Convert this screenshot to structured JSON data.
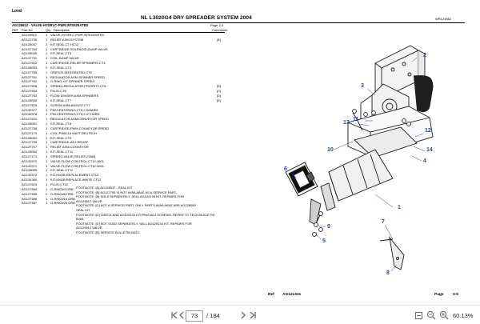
{
  "document": {
    "brand": "Loral",
    "title": "NL L3020G4 DRY SPREADER SYSTEM 2004",
    "header_ref": "WR124862",
    "subheader": "AG129612 - VALVE-HYDRLC-PWR,INTEGRATED",
    "page_tag": "Page 2-3",
    "columns": {
      "ref": "REF",
      "part": "Part No",
      "qty": "Qty",
      "desc": "Description",
      "comments": "Comments"
    },
    "rows": [
      {
        "ref": "",
        "part": "AG129612",
        "qty": "1",
        "desc": "VALVE-HYDRLC-PWR,INTEGRATED",
        "cmt": ""
      },
      {
        "ref": "",
        "part": "AG122755",
        "qty": "1",
        "desc": "RELIEF ASM-SYSTEM",
        "cmt": "[A]"
      },
      {
        "ref": "",
        "part": "AG128047",
        "qty": "2",
        "desc": "KIT-SEAL,CT HC12",
        "cmt": ""
      },
      {
        "ref": "",
        "part": "AG127760",
        "qty": "1",
        "desc": "CARTRIDGE-SOLENOID,DUMP VALVE",
        "cmt": ""
      },
      {
        "ref": "",
        "part": "AG128049",
        "qty": "1",
        "desc": "KIT-SEAL,CT3",
        "cmt": ""
      },
      {
        "ref": "",
        "part": "AG127751",
        "qty": "1",
        "desc": "COIL-DUMP VALVE",
        "cmt": ""
      },
      {
        "ref": "",
        "part": "AG127622",
        "qty": "1",
        "desc": "CARTRIDGE-RELIEF,SPINNERS,CT4",
        "cmt": ""
      },
      {
        "ref": "",
        "part": "AG128053",
        "qty": "2",
        "desc": "KIT-SEAL,CT4",
        "cmt": ""
      },
      {
        "ref": "",
        "part": "AG127765",
        "qty": "1",
        "desc": "ORIFICE-INTEGRATED,CT5",
        "cmt": ""
      },
      {
        "ref": "",
        "part": "AG127761",
        "qty": "1",
        "desc": "REGULATOR ASM-SPINNER SPEED",
        "cmt": ""
      },
      {
        "ref": "",
        "part": "AG127762",
        "qty": "1",
        "desc": "O-RING KIT-SPINNER SPEED",
        "cmt": ""
      },
      {
        "ref": "",
        "part": "AG127626",
        "qty": "1",
        "desc": "SPRING-REGULATOR,PRIORITY,CT6",
        "cmt": "[B]"
      },
      {
        "ref": "",
        "part": "AG127604",
        "qty": "1",
        "desc": "PLUG-CT6",
        "cmt": "[C]"
      },
      {
        "ref": "",
        "part": "AG127763",
        "qty": "1",
        "desc": "FLOW DIVIDER ASM-SPINNERS",
        "cmt": "[D]"
      },
      {
        "ref": "",
        "part": "AG128050",
        "qty": "1",
        "desc": "KIT-SEAL,CT7",
        "cmt": "[E]"
      },
      {
        "ref": "",
        "part": "AG127625",
        "qty": "1",
        "desc": "SCREW ASM-ADJUST,CT7",
        "cmt": ""
      },
      {
        "ref": "",
        "part": "AG132577",
        "qty": "1",
        "desc": "PIN-CENTERING,CT8,2.5/HARD",
        "cmt": ""
      },
      {
        "ref": "",
        "part": "AG132578",
        "qty": "1",
        "desc": "PIN-CENTERING,CT8,2.07,HARD",
        "cmt": ""
      },
      {
        "ref": "",
        "part": "AG127620",
        "qty": "1",
        "desc": "REGULATOR ASM-CONVEYOR SPEED",
        "cmt": ""
      },
      {
        "ref": "",
        "part": "AG128051",
        "qty": "1",
        "desc": "KIT-SEAL,CT8",
        "cmt": ""
      },
      {
        "ref": "",
        "part": "AG127758",
        "qty": "1",
        "desc": "CARTRIDGE-PWM,CONVEYOR SPEED",
        "cmt": ""
      },
      {
        "ref": "",
        "part": "AG127170",
        "qty": "1",
        "desc": "COIL-PWM,18 WATT,DEUTSCH",
        "cmt": ""
      },
      {
        "ref": "",
        "part": "AG128052",
        "qty": "1",
        "desc": "KIT-SEAL,CT9",
        "cmt": ""
      },
      {
        "ref": "",
        "part": "AG127759",
        "qty": "1",
        "desc": "CARTRIDGE-ADJ RELIEF",
        "cmt": ""
      },
      {
        "ref": "",
        "part": "AG127757",
        "qty": "1",
        "desc": "RELIEF ASM-CONVEYOR",
        "cmt": ""
      },
      {
        "ref": "",
        "part": "AG128054",
        "qty": "1",
        "desc": "KIT-SEAL,CT11",
        "cmt": ""
      },
      {
        "ref": "",
        "part": "AG127171",
        "qty": "1",
        "desc": "SPRING-VALVE,RELIEF,2 BAR",
        "cmt": ""
      },
      {
        "ref": "",
        "part": "AG132570",
        "qty": "1",
        "desc": "VALVE-FLOW CONTROL,CT12,45GL",
        "cmt": ""
      },
      {
        "ref": "",
        "part": "AG132571",
        "qty": "1",
        "desc": "VALVE-FLOW CONTROL,CT12,30GL",
        "cmt": ""
      },
      {
        "ref": "",
        "part": "AG128055",
        "qty": "1",
        "desc": "KIT-SEAL,CT12",
        "cmt": ""
      },
      {
        "ref": "",
        "part": "AG132572",
        "qty": "1",
        "desc": "KIT-KNOB,REPLACEMENT,CT12",
        "cmt": ""
      },
      {
        "ref": "",
        "part": "AG134380",
        "qty": "1",
        "desc": "KIT-KNOB REPLACE WHITE CT12",
        "cmt": ""
      },
      {
        "ref": "",
        "part": "AG127623",
        "qty": "1",
        "desc": "PLUG-CT12",
        "cmt": ""
      },
      {
        "ref": "",
        "part": "AG127584",
        "qty": "1",
        "desc": "O-RING#4 ORB",
        "cmt": ""
      },
      {
        "ref": "",
        "part": "AG127585",
        "qty": "2",
        "desc": "O-RING#8 ORB",
        "cmt": ""
      },
      {
        "ref": "",
        "part": "AG127586",
        "qty": "1",
        "desc": "O-RING#16 ORB",
        "cmt": ""
      },
      {
        "ref": "",
        "part": "AG127587",
        "qty": "1",
        "desc": "O-RING#25 ORB",
        "cmt": ""
      }
    ],
    "footnotes": [
      "FOOTNOTE: [A] AG128047 - SEAL KIT",
      "FOOTNOTE: [B] AG127755 IS NOT AVAILABLE AS A SERVICE PART.\nFOOTNOTE: [B] SOLD SEPARATELY. SELL AG129134 KIT. REPAIRS FOR\nAG129612 VALVE.",
      "FOOTNOTE: [C] NOT A SERVICE PART. ONLY PARTS AVAILABLE ARE AG128050\nSEAL KIT.",
      "FOOTNOTE: [D] CHECK AND AG129133 KIT/PINS ADJ SCREWS. REFER TO TECH BULLETIN\nB405.",
      "FOOTNOTE: [D] NOT SOLD SEPARATELY. SELL AG129134 KIT. REPAIRS FOR\nAG129612 VALVE.",
      "FOOTNOTE: [E] SERVICE BULLETIN B423."
    ],
    "footer_ref_label": "Ref",
    "footer_ref": "AG121331",
    "footer_page_label": "Page",
    "footer_page": "3-9"
  },
  "diagram": {
    "callouts": [
      "2",
      "3",
      "11",
      "13",
      "12",
      "14",
      "4",
      "10",
      "6",
      "1",
      "7",
      "8",
      "9",
      "5"
    ]
  },
  "viewer": {
    "current_page": "73",
    "total_pages": "/ 184",
    "zoom": "60.13%"
  }
}
